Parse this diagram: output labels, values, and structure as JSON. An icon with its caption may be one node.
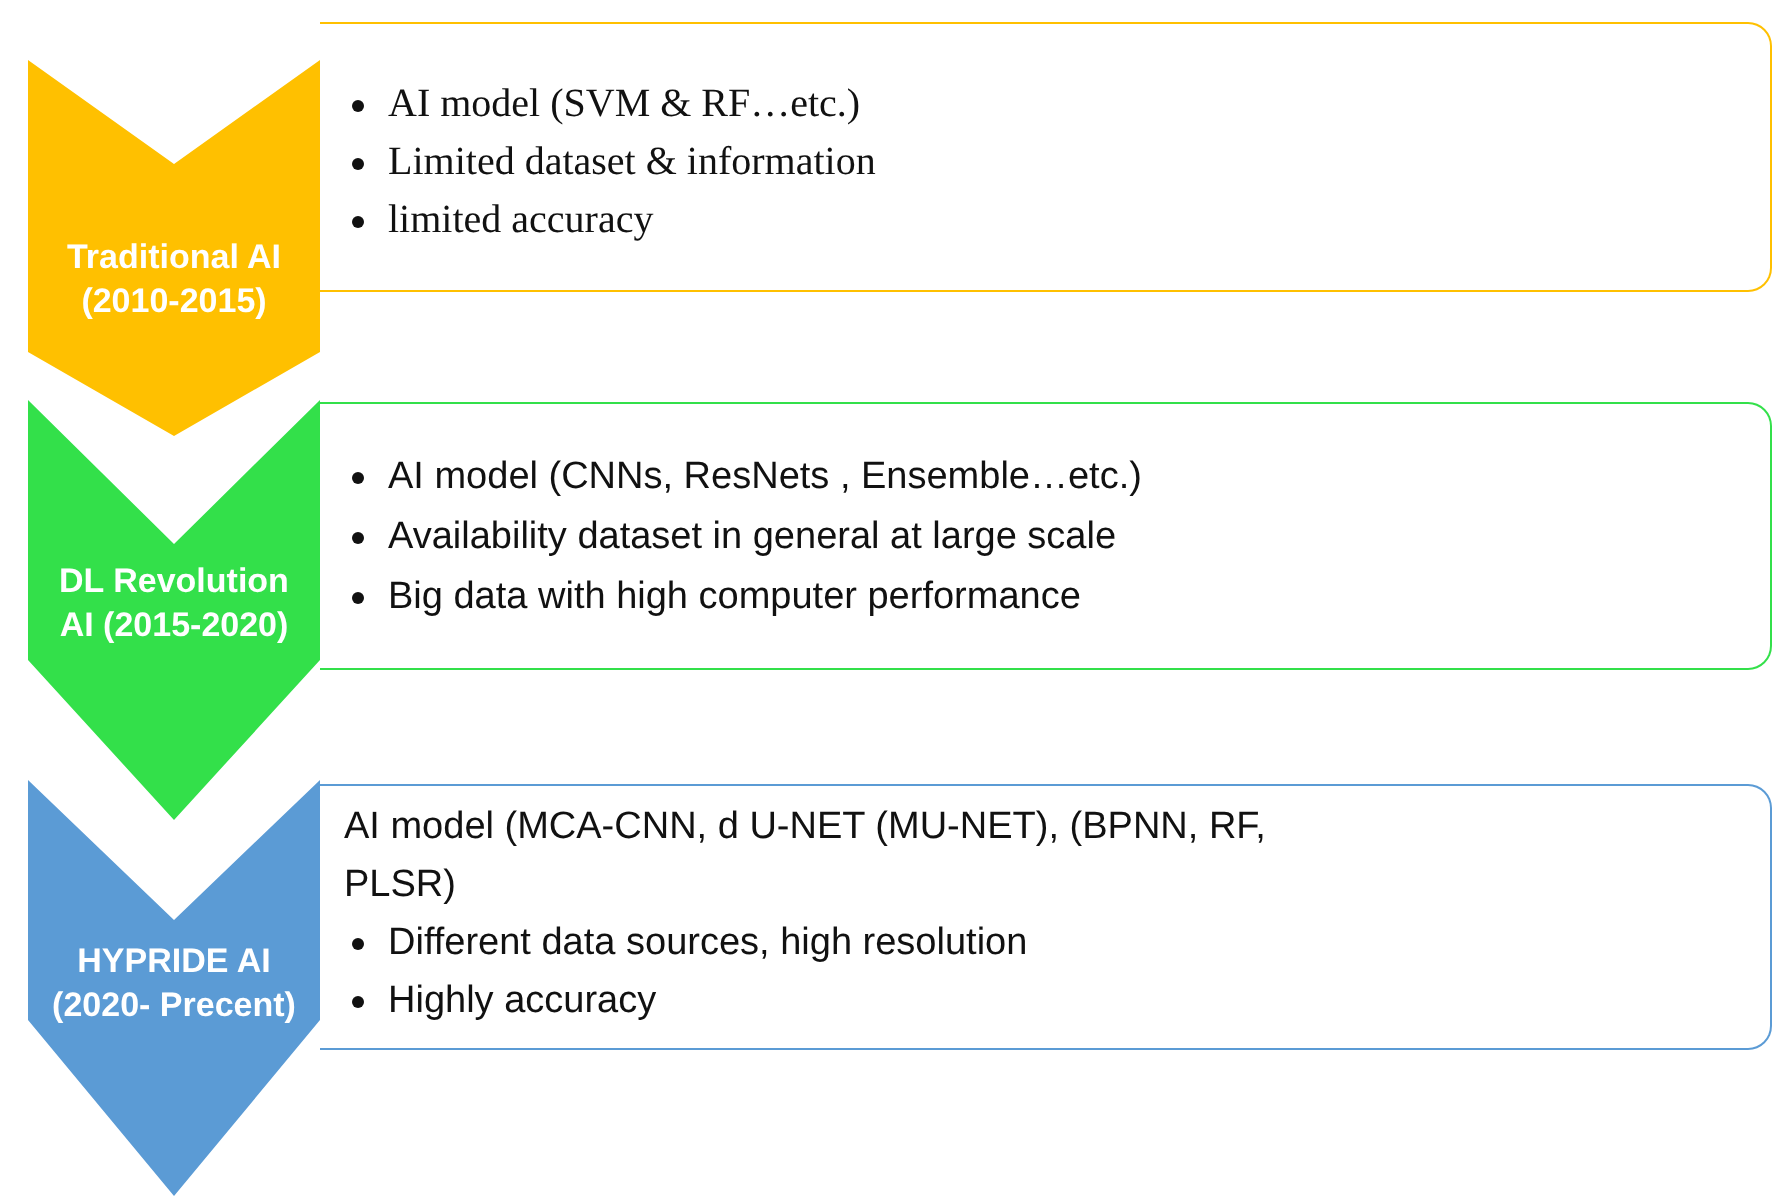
{
  "diagram": {
    "nodes": [
      {
        "text": [
          "Traditional AI (2010-2015)"
        ]
      },
      {
        "text": [
          "AI model (SVM & RF…etc.)",
          "Limited dataset & information",
          "limited accuracy"
        ]
      },
      {
        "text": [
          "DL Revolution AI  (2015-2020)"
        ]
      },
      {
        "text": [
          "AI model (CNNs, ResNets , Ensemble…etc.)",
          "Availability dataset in general at large scale",
          "Big data with high computer performance"
        ]
      },
      {
        "text": [
          "HYPRIDE AI (2020- Precent)"
        ]
      },
      {
        "text": [
          "AI model (MCA-CNN, d U-NET (MU-NET), (BPNN, RF, PLSR)",
          "Different data sources, high resolution",
          "Highly accuracy"
        ]
      }
    ]
  }
}
